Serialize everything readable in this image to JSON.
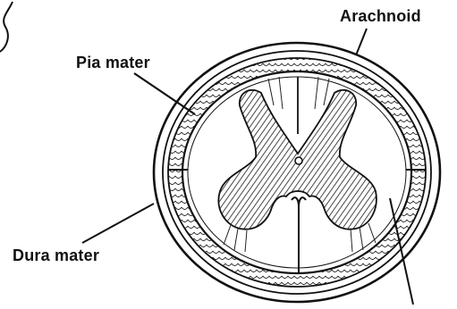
{
  "diagram": {
    "labels": {
      "arachnoid": "Arachnoid",
      "pia_mater": "Pia mater",
      "dura_mater": "Dura mater"
    }
  }
}
